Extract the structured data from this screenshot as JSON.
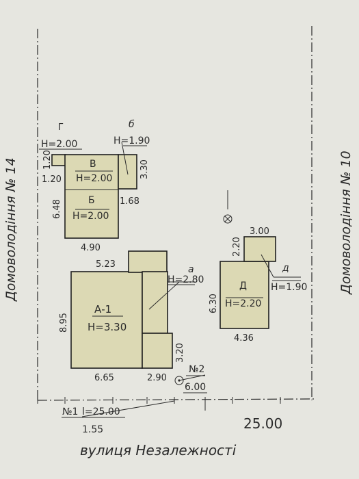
{
  "neighbors": {
    "left": "Домоволодіння № 14",
    "right": "Домоволодіння № 10"
  },
  "street": "вулиця Незалежності",
  "frontage": "25.00",
  "buildings": {
    "G": {
      "name": "Г",
      "height": "H=2.00",
      "dim_side": "1.20",
      "dim_bottom": "1.20"
    },
    "b": {
      "name": "б",
      "height": "H=1.90",
      "dim_side": "3.30",
      "dim_bottom": "1.68"
    },
    "V": {
      "name": "В",
      "height": "H=2.00"
    },
    "B": {
      "name": "Б",
      "height": "H=2.00",
      "dim_side": "6.48",
      "dim_bottom": "4.90"
    },
    "A1": {
      "name": "А-1",
      "height": "H=3.30",
      "dim_side": "8.95",
      "dim_top": "5.23",
      "dim_bottom": "6.65"
    },
    "a": {
      "name": "а",
      "height": "H=2.80",
      "dim_side": "3.20",
      "dim_bottom": "2.90"
    },
    "D": {
      "name": "Д",
      "height": "H=2.20",
      "dim_side": "6.30",
      "dim_bottom": "4.36"
    },
    "d": {
      "name": "д",
      "height": "H=1.90",
      "dim_side": "2.20",
      "dim_top": "3.00"
    }
  },
  "points": {
    "p1": {
      "label": "№1",
      "length": "l=25.00",
      "offset": "1.55"
    },
    "p2": {
      "label": "№2",
      "value": "6.00"
    }
  }
}
